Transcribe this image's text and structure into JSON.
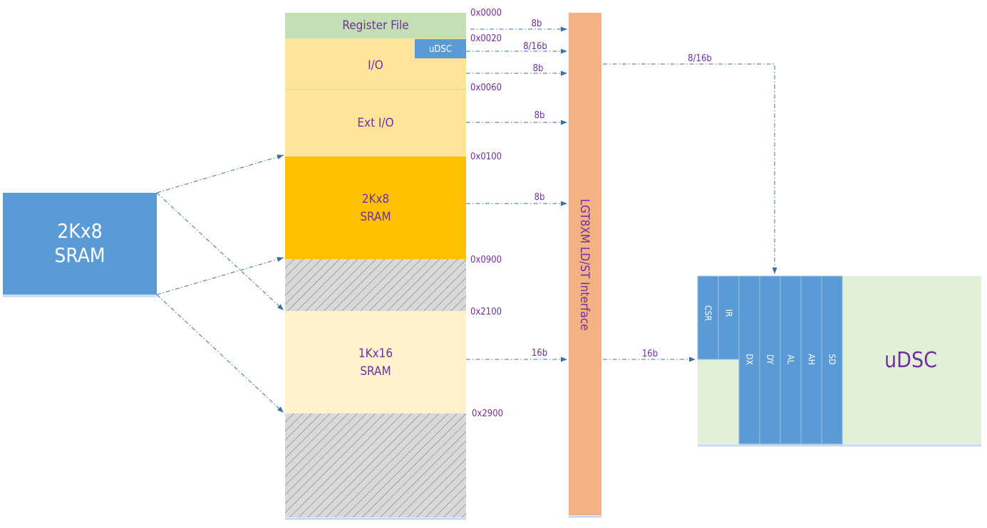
{
  "external_sram": {
    "line1": "2Kx8",
    "line2": "SRAM"
  },
  "memory_map": {
    "register_file": "Register File",
    "io": "I/O",
    "udsc_small": "uDSC",
    "ext_io": "Ext I/O",
    "sram_2k_line1": "2Kx8",
    "sram_2k_line2": "SRAM",
    "sram_1k_line1": "1Kx16",
    "sram_1k_line2": "SRAM"
  },
  "addresses": {
    "a0000": "0x0000",
    "a0020": "0x0020",
    "a0060": "0x0060",
    "a0100": "0x0100",
    "a0900": "0x0900",
    "a2100": "0x2100",
    "a2900": "0x2900"
  },
  "bus_widths": {
    "regfile": "8b",
    "udsc": "8/16b",
    "io": "8b",
    "ext_io": "8b",
    "sram_2k": "8b",
    "sram_1k": "16b",
    "to_udsc_top": "8/16b",
    "to_udsc_bottom": "16b"
  },
  "interface": {
    "label": "LGT8XM LD/ST Interface"
  },
  "udsc_block": {
    "title": "uDSC",
    "registers": [
      "CSR",
      "IR",
      "DX",
      "DY",
      "AL",
      "AH",
      "SD"
    ]
  },
  "colors": {
    "register_file": "#c5dfb4",
    "io": "#ffe59a",
    "ext_io": "#ffe59a",
    "sram_2k": "#ffc000",
    "sram_1k": "#fff2cc",
    "blue": "#5b9bd5",
    "interface": "#f4b183",
    "udsc_bg": "#e2efd9",
    "label": "#7030a0"
  }
}
